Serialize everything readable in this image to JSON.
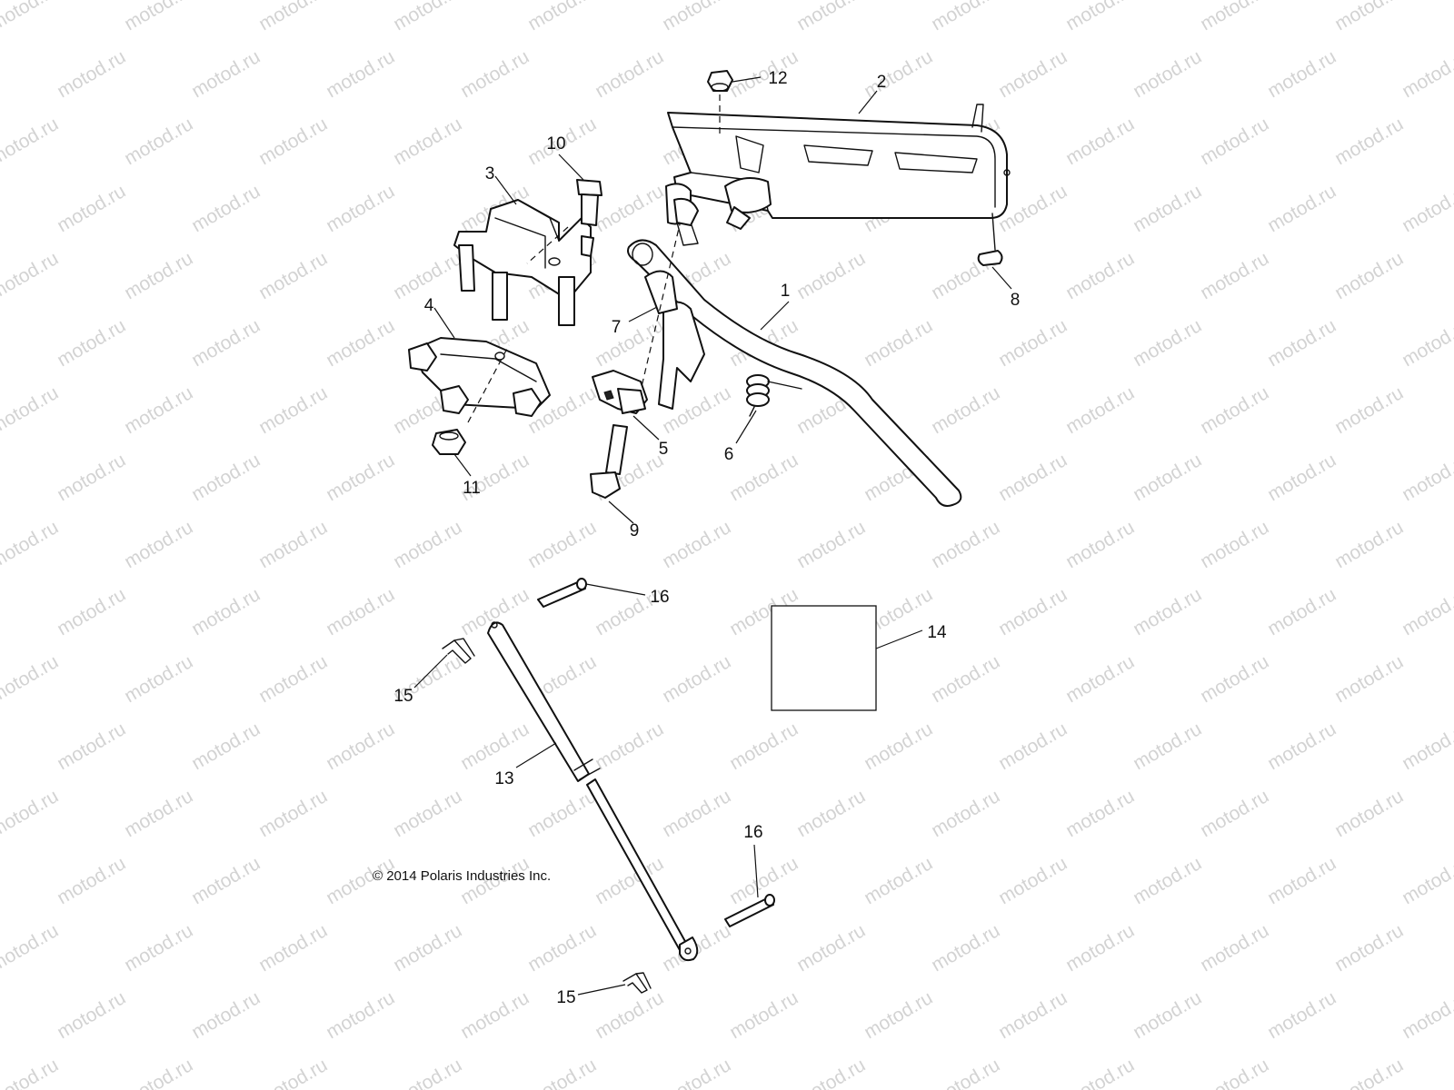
{
  "watermark": {
    "text": "motod.ru"
  },
  "copyright": "© 2014 Polaris Industries Inc.",
  "callouts": [
    {
      "id": "c1",
      "label": "1"
    },
    {
      "id": "c2",
      "label": "2"
    },
    {
      "id": "c3",
      "label": "3"
    },
    {
      "id": "c4",
      "label": "4"
    },
    {
      "id": "c5",
      "label": "5"
    },
    {
      "id": "c6",
      "label": "6"
    },
    {
      "id": "c7",
      "label": "7"
    },
    {
      "id": "c8",
      "label": "8"
    },
    {
      "id": "c9",
      "label": "9"
    },
    {
      "id": "c10",
      "label": "10"
    },
    {
      "id": "c11",
      "label": "11"
    },
    {
      "id": "c12",
      "label": "12"
    },
    {
      "id": "c13",
      "label": "13"
    },
    {
      "id": "c14",
      "label": "14"
    },
    {
      "id": "c15a",
      "label": "15"
    },
    {
      "id": "c15b",
      "label": "15"
    },
    {
      "id": "c16a",
      "label": "16"
    },
    {
      "id": "c16b",
      "label": "16"
    }
  ]
}
